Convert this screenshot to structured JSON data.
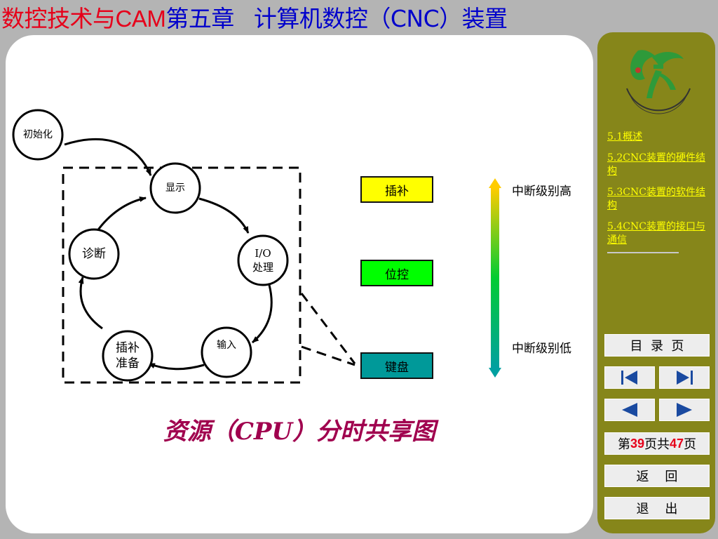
{
  "header": {
    "course_title": "数控技术与",
    "course_title_suffix": "CAM",
    "chapter_number": "第五章",
    "chapter_title": "计算机数控（CNC）装置"
  },
  "diagram": {
    "nodes": {
      "init": "初始化",
      "display": "显示",
      "io_line1": "I/O",
      "io_line2": "处理",
      "input": "输入",
      "interp_prep_line1": "插补",
      "interp_prep_line2": "准备",
      "diagnosis": "诊断"
    },
    "tasks": {
      "interpolation": "插补",
      "position_control": "位控",
      "keyboard": "键盘"
    },
    "task_colors": {
      "interpolation": "#ffff00",
      "position_control": "#00ff00",
      "keyboard": "#009999"
    },
    "priority_high": "中断级别高",
    "priority_low": "中断级别低",
    "caption": "资源（CPU）分时共享图"
  },
  "sidebar": {
    "logo_icon": "guangzhou-university-logo",
    "toc": [
      {
        "label": "5.1概述"
      },
      {
        "label": "5.2CNC装置的硬件结构"
      },
      {
        "label": "5.3CNC装置的软件结构"
      },
      {
        "label": "5.4CNC装置的接口与通信"
      }
    ],
    "contents_label": "目  录  页",
    "first_icon": "first-page-icon",
    "last_icon": "last-page-icon",
    "prev_icon": "prev-page-icon",
    "next_icon": "next-page-icon",
    "page_prefix": "第",
    "page_current": "39",
    "page_middle": "页共",
    "page_total": "47",
    "page_suffix": "页",
    "back_label": "返    回",
    "exit_label": "退    出"
  },
  "colors": {
    "background": "#b4b4b4",
    "sidebar": "#86861a",
    "course_title": "#e6001a",
    "chapter_title": "#0000cc",
    "caption": "#a0004e",
    "link": "#ffff00"
  }
}
